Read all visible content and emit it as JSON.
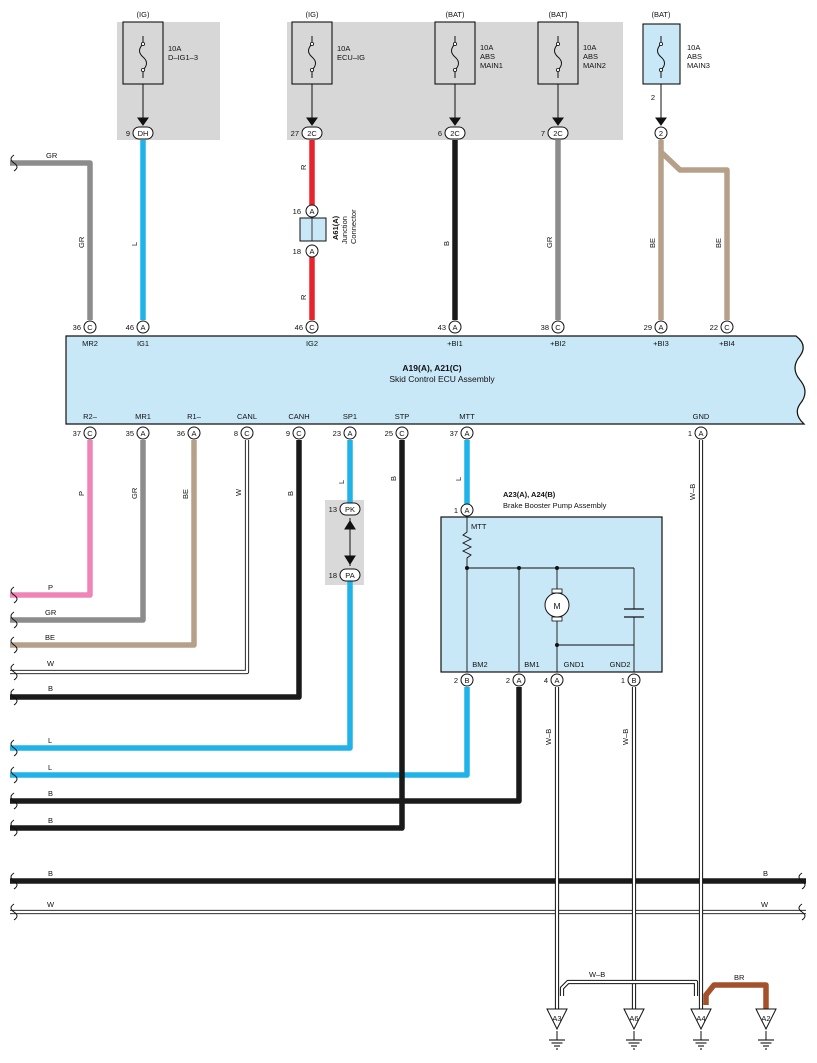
{
  "colors": {
    "L": "#1fb3ea",
    "R": "#e8232b",
    "B": "#1a1a1a",
    "GR": "#8c8c8d",
    "BE": "#b7a089",
    "P": "#ef85b7",
    "BR": "#a4512b",
    "W": "#ffffff",
    "component_fill": "#c9e8f7",
    "fuse_bg": "#d7d7d8",
    "connector_bg": "#d9d9da"
  },
  "fuses": [
    {
      "supply": "(IG)",
      "rating": "10A",
      "name": "D–IG1–3",
      "pin": "9",
      "conn": "DH",
      "wire": "L"
    },
    {
      "supply": "(IG)",
      "rating": "10A",
      "name": "ECU–IG",
      "pin": "27",
      "conn": "2C",
      "wire": "R"
    },
    {
      "supply": "(BAT)",
      "rating": "10A",
      "name": "ABS MAIN1",
      "name_l1": "ABS",
      "name_l2": "MAIN1",
      "pin": "6",
      "conn": "2C",
      "wire": "B"
    },
    {
      "supply": "(BAT)",
      "rating": "10A",
      "name": "ABS MAIN2",
      "name_l1": "ABS",
      "name_l2": "MAIN2",
      "pin": "7",
      "conn": "2C",
      "wire": "GR"
    },
    {
      "supply": "(BAT)",
      "rating": "10A",
      "name": "ABS MAIN3",
      "name_l1": "ABS",
      "name_l2": "MAIN3",
      "pin": "2",
      "conn": "2",
      "wire": "BE"
    }
  ],
  "junction": {
    "id": "A61(A)",
    "label1": "Junction",
    "label2": "Connector",
    "pin_top": "16",
    "pin_bottom": "18",
    "conn": "A"
  },
  "ecu": {
    "id": "A19(A), A21(C)",
    "name": "Skid Control ECU Assembly",
    "top_pins": [
      {
        "pin": "36",
        "conn": "C",
        "label": "MR2",
        "wire": "GR"
      },
      {
        "pin": "46",
        "conn": "A",
        "label": "IG1",
        "wire": "L"
      },
      {
        "pin": "46",
        "conn": "C",
        "label": "IG2",
        "wire": "R"
      },
      {
        "pin": "43",
        "conn": "A",
        "label": "+BI1",
        "wire": "B"
      },
      {
        "pin": "38",
        "conn": "C",
        "label": "+BI2",
        "wire": "GR"
      },
      {
        "pin": "29",
        "conn": "A",
        "label": "+BI3",
        "wire": "BE"
      },
      {
        "pin": "22",
        "conn": "C",
        "label": "+BI4",
        "wire": "BE"
      }
    ],
    "bottom_pins": [
      {
        "pin": "37",
        "conn": "C",
        "label": "R2–",
        "wire": "P"
      },
      {
        "pin": "35",
        "conn": "A",
        "label": "MR1",
        "wire": "GR"
      },
      {
        "pin": "36",
        "conn": "A",
        "label": "R1–",
        "wire": "BE"
      },
      {
        "pin": "8",
        "conn": "C",
        "label": "CANL",
        "wire": "W"
      },
      {
        "pin": "9",
        "conn": "C",
        "label": "CANH",
        "wire": "B"
      },
      {
        "pin": "23",
        "conn": "A",
        "label": "SP1",
        "wire": "L"
      },
      {
        "pin": "25",
        "conn": "C",
        "label": "STP",
        "wire": "B"
      },
      {
        "pin": "37",
        "conn": "A",
        "label": "MTT",
        "wire": "L"
      },
      {
        "pin": "1",
        "conn": "A",
        "label": "GND",
        "wire": "W–B"
      }
    ]
  },
  "connector_pk": {
    "pin_top": "13",
    "conn_top": "PK",
    "pin_bottom": "18",
    "conn_bottom": "PA"
  },
  "pump": {
    "id": "A23(A), A24(B)",
    "name": "Brake Booster Pump Assembly",
    "in_pin": "1",
    "in_conn": "A",
    "in_label": "MTT",
    "motor": "M",
    "pins": [
      {
        "pin": "2",
        "conn": "B",
        "label": "BM2",
        "wire": "L"
      },
      {
        "pin": "2",
        "conn": "A",
        "label": "BM1",
        "wire": "B"
      },
      {
        "pin": "4",
        "conn": "A",
        "label": "GND1",
        "wire": "W–B"
      },
      {
        "pin": "1",
        "conn": "B",
        "label": "GND2",
        "wire": "W–B"
      }
    ]
  },
  "wire_labels": {
    "GR": "GR",
    "L": "L",
    "R": "R",
    "B": "B",
    "BE": "BE",
    "P": "P",
    "W": "W",
    "WB": "W–B",
    "BR": "BR"
  },
  "left_bus": [
    "P",
    "GR",
    "BE",
    "W",
    "B",
    "L",
    "L",
    "B",
    "B"
  ],
  "thru_bus": [
    {
      "left": "B",
      "right": "B"
    },
    {
      "left": "W",
      "right": "W"
    }
  ],
  "grounds": [
    "A3",
    "A6",
    "A4",
    "A2"
  ]
}
